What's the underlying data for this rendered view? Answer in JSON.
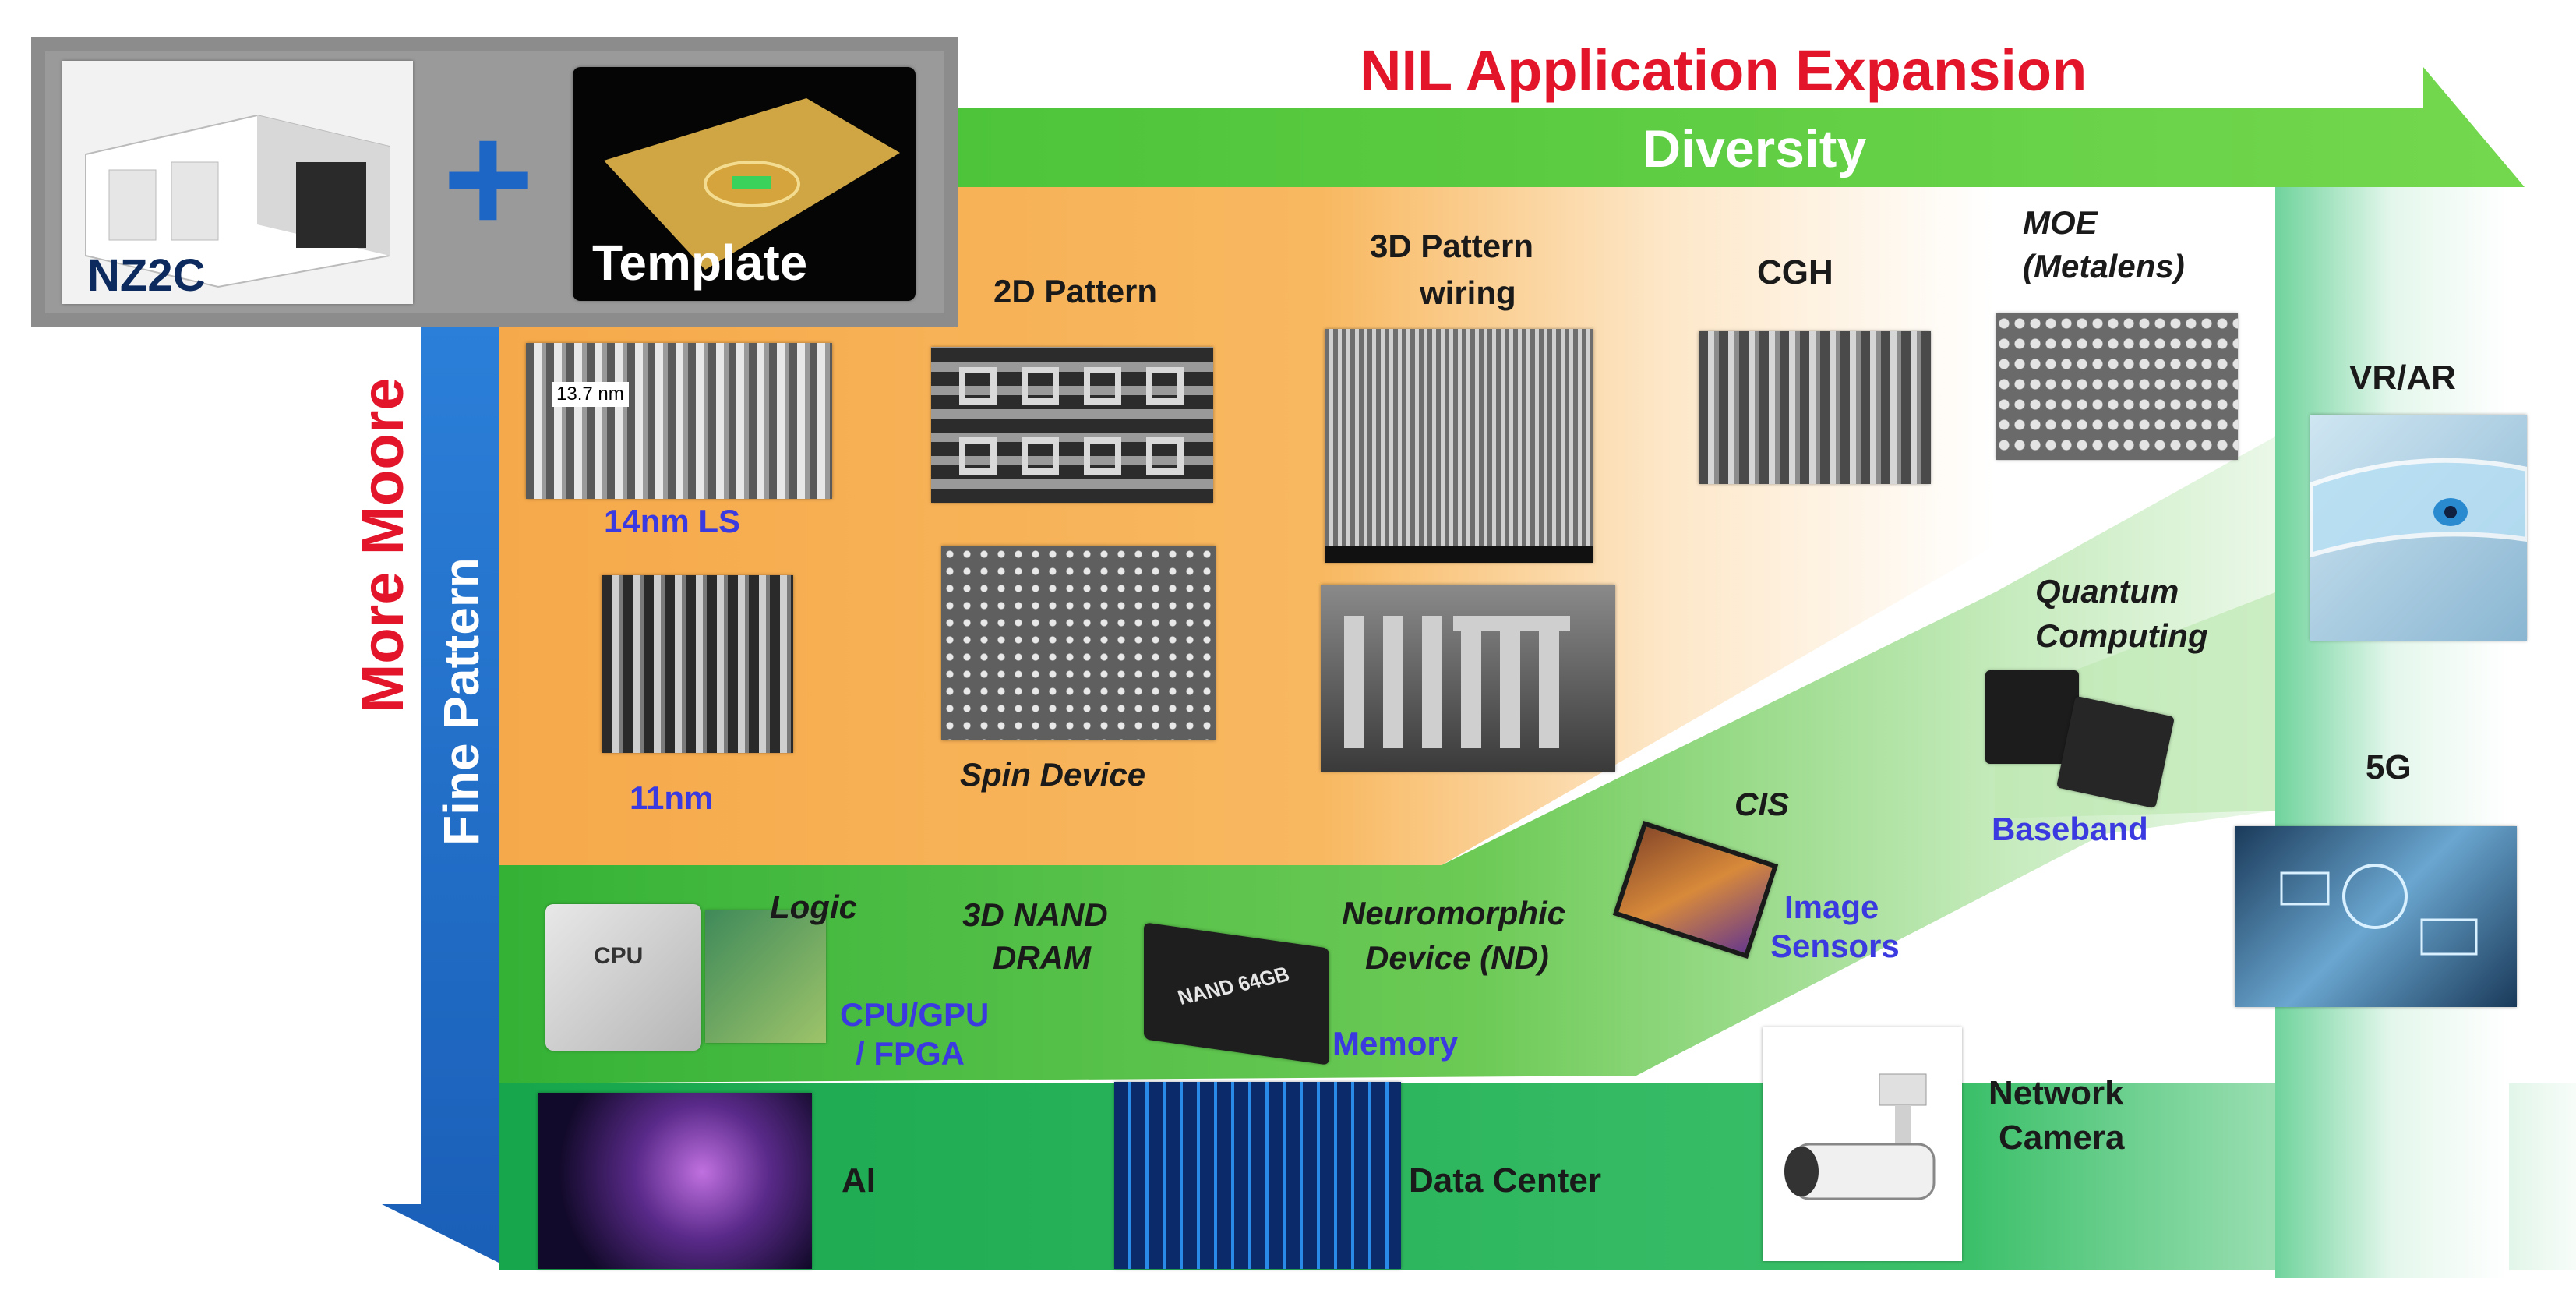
{
  "header": {
    "title": "NIL Application Expansion",
    "diversity": "Diversity"
  },
  "left": {
    "more_moore": "More Moore",
    "fine_pattern": "Fine Pattern"
  },
  "equipment": {
    "machine": "NZ2C",
    "plus": "+",
    "template": "Template"
  },
  "patterns": {
    "ls14": "14nm LS",
    "scale_label": "13.7 nm",
    "nm11": "11nm",
    "pattern2d": "2D Pattern",
    "spin": "Spin Device",
    "pattern3d_line1": "3D Pattern",
    "pattern3d_line2": "wiring",
    "cgh": "CGH",
    "moe_line1": "MOE",
    "moe_line2": "(Metalens)"
  },
  "devices": {
    "logic": "Logic",
    "cpu_gpu_line1": "CPU/GPU",
    "cpu_gpu_line2": "/ FPGA",
    "nand_line1": "3D NAND",
    "nand_line2": "DRAM",
    "nand_chip": "NAND 64GB",
    "neuro_line1": "Neuromorphic",
    "neuro_line2": "Device (ND)",
    "memory": "Memory",
    "cis": "CIS",
    "image_line1": "Image",
    "image_line2": "Sensors",
    "quantum_line1": "Quantum",
    "quantum_line2": "Computing",
    "baseband": "Baseband",
    "cpu_chip": "CPU"
  },
  "applications": {
    "ai": "AI",
    "datacenter": "Data Center",
    "network_line1": "Network",
    "network_line2": "Camera",
    "vrar": "VR/AR",
    "fiveg": "5G"
  },
  "colors": {
    "title_red": "#e3152b",
    "arrow_green": "#5fcf3f",
    "orange": "#f6a94a",
    "blue_bar": "#1f6fcc",
    "green_mid": "#3db84a",
    "green_dark": "#19a84a",
    "label_blue": "#3a3ae0"
  }
}
